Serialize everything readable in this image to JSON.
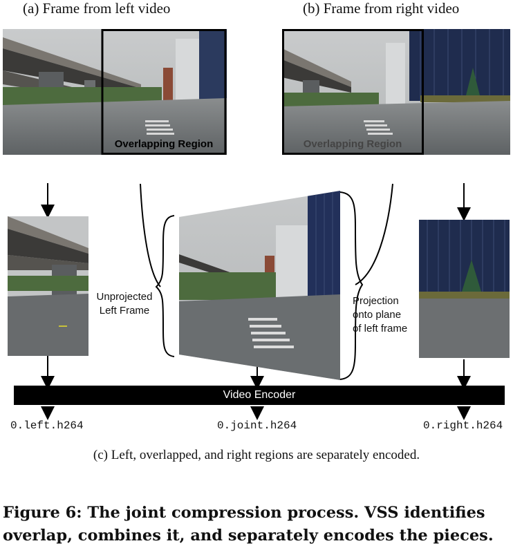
{
  "captions": {
    "a": "(a)  Frame from left video",
    "b": "(b)  Frame from right video",
    "c": "(c)  Left, overlapped, and right regions are separately encoded."
  },
  "overlap_label": "Overlapping Region",
  "side_labels": {
    "unprojected": [
      "Unprojected",
      "Left Frame"
    ],
    "projection": [
      "Projection",
      "onto plane",
      "of left frame"
    ]
  },
  "encoder_label": "Video Encoder",
  "outputs": {
    "left": "0.left.h264",
    "joint": "0.joint.h264",
    "right": "0.right.h264"
  },
  "figure_title": [
    "Figure 6: The joint compression process. VSS identifies",
    "overlap, combines it, and separately encodes the pieces."
  ],
  "colors": {
    "sky": "#bfc2c4",
    "road": "#6e7274",
    "building_blue": "#1f2c4e",
    "encoder_bar": "#000000"
  }
}
